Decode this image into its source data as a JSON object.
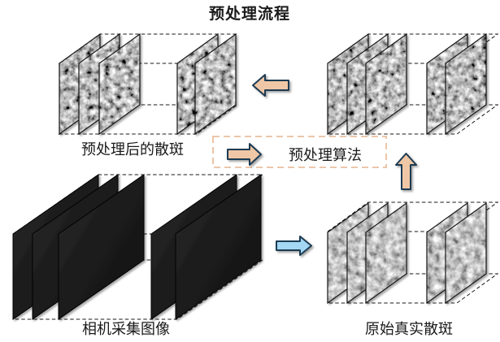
{
  "title": "预处理流程",
  "algorithm": {
    "label": "预处理算法"
  },
  "stacks": {
    "processed": {
      "label": "预处理后的散斑",
      "sheets_front": 3,
      "sheets_back": 2,
      "texture": "speckle"
    },
    "input_top_right": {
      "sheets_front": 3,
      "sheets_back": 2,
      "texture": "speckle"
    },
    "camera": {
      "label": "相机采集图像",
      "sheets_front": 3,
      "sheets_back": 2,
      "texture": "dark"
    },
    "original": {
      "label": "原始真实散斑",
      "sheets_front": 3,
      "sheets_back": 2,
      "texture": "speckle"
    }
  },
  "arrows": {
    "input_to_processed": {
      "direction": "left",
      "style": "tan"
    },
    "algorithm_inline": {
      "direction": "right",
      "style": "tan"
    },
    "camera_to_original": {
      "direction": "right",
      "style": "blue"
    },
    "original_to_input": {
      "direction": "up",
      "style": "tan"
    }
  },
  "colors": {
    "title": "#BC8F7A",
    "arrow_tan": "#EFC7A6",
    "arrow_blue": "#A3D7F3",
    "arrow_stroke": "#1F3A52",
    "box_border": "#EABF9F",
    "dash": "#1A1A1A",
    "label_text": "#1A1A1A"
  }
}
